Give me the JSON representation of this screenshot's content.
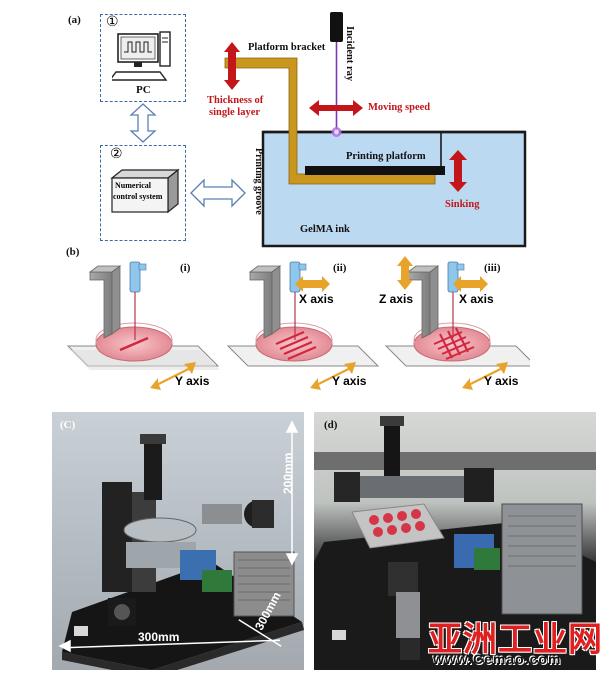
{
  "panel_a": {
    "label": "(a)",
    "step1": "①",
    "step2": "②",
    "pc": "PC",
    "ncs_line1": "Numerical",
    "ncs_line2": "control system",
    "platform_bracket": "Platform bracket",
    "incident_ray": "Incident ray",
    "thickness_line1": "Thickness of",
    "thickness_line2": "single layer",
    "moving_speed": "Moving speed",
    "printing_groove": "Printing groove",
    "printing_platform": "Printing platform",
    "sinking": "Sinking",
    "gelma_ink": "GelMA ink"
  },
  "panel_b": {
    "label": "(b)",
    "sub_i": "(i)",
    "sub_ii": "(ii)",
    "sub_iii": "(iii)",
    "y_axis": "Y axis",
    "x_axis": "X axis",
    "z_axis": "Z axis"
  },
  "panel_c": {
    "label": "(C)",
    "dim_height": "200mm",
    "dim_width": "300mm",
    "dim_depth": "300mm"
  },
  "panel_d": {
    "label": "(d)"
  },
  "watermark": {
    "cn": "亚洲工业网",
    "url": "www.Cemao.com"
  },
  "colors": {
    "bracket": "#c9961e",
    "accent_red": "#c3161b",
    "ink_blue": "#bcd9f2",
    "axis_orange": "#e8a32a",
    "dash_blue": "#3a6aa8"
  }
}
